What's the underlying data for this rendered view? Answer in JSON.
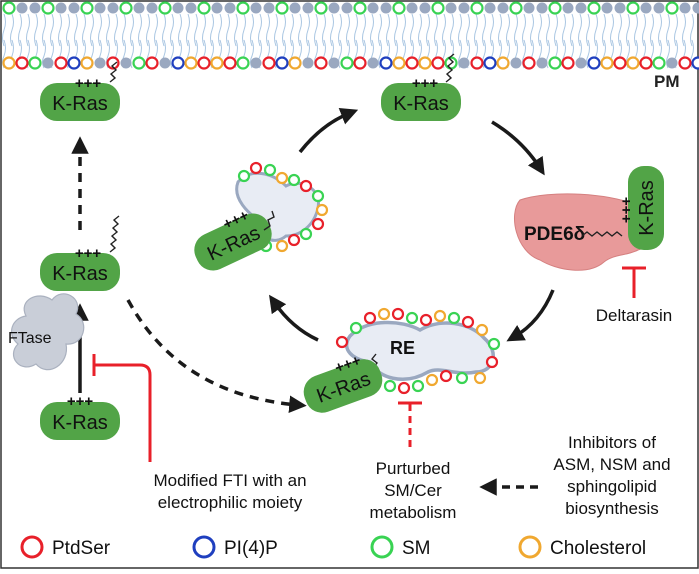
{
  "labels": {
    "pm": "PM",
    "kras": "K-Ras",
    "charges": "+++",
    "ftase": "FTase",
    "pde": "PDE6δ",
    "deltarasin": "Deltarasin",
    "re": "RE",
    "perturbed_1": "Purturbed",
    "perturbed_2": "SM/Cer",
    "perturbed_3": "metabolism",
    "inhibitors_1": "Inhibitors of",
    "inhibitors_2": "ASM, NSM and",
    "inhibitors_3": "sphingolipid",
    "inhibitors_4": "biosynthesis",
    "fti_1": "Modified FTI with an",
    "fti_2": "electrophilic moiety"
  },
  "legend": [
    {
      "label": "PtdSer",
      "color": "#e8202a"
    },
    {
      "label": "PI(4)P",
      "color": "#1f3fbf"
    },
    {
      "label": "SM",
      "color": "#39d353"
    },
    {
      "label": "Cholesterol",
      "color": "#f0a830"
    }
  ],
  "colors": {
    "kras": "#52a447",
    "pde": "#e89a9a",
    "inhibit": "#e8202a",
    "arrow": "#1a1a1a",
    "lipid_gray": "#9aa8c0",
    "membrane_tail": "#a9c6e2"
  }
}
